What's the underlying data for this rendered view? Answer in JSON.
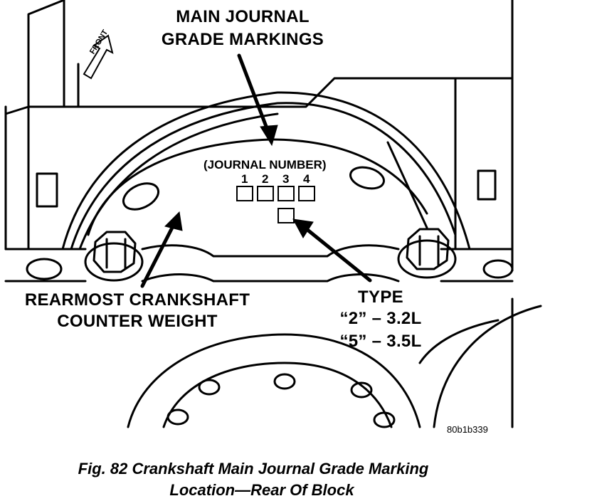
{
  "labels": {
    "title_line1": "MAIN JOURNAL",
    "title_line2": "GRADE MARKINGS",
    "journal_number": "(JOURNAL  NUMBER)",
    "numbers": [
      "1",
      "2",
      "3",
      "4"
    ],
    "front": "FRONT",
    "rearmost_line1": "REARMOST CRANKSHAFT",
    "rearmost_line2": "COUNTER WEIGHT",
    "type_heading": "TYPE",
    "type_2": "“2” – 3.2L",
    "type_5": "“5” – 3.5L",
    "image_code": "80b1b339"
  },
  "caption": {
    "line1": "Fig. 82 Crankshaft Main Journal Grade Marking",
    "line2": "Location—Rear Of Block"
  }
}
